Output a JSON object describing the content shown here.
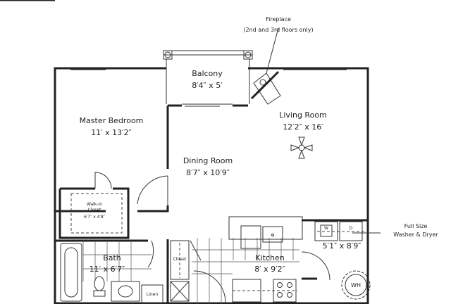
{
  "annotations": {
    "fireplace_title": "Fireplace",
    "fireplace_note": "(2nd and 3rd floors only)",
    "laundry_line1": "Full Size",
    "laundry_line2": "Washer & Dryer"
  },
  "rooms": {
    "balcony": {
      "name": "Balcony",
      "size": "8′4″ x 5′"
    },
    "master_bedroom": {
      "name": "Master Bedroom",
      "size": "11′ x 13′2″"
    },
    "living_room": {
      "name": "Living Room",
      "size": "12′2″ x 16′"
    },
    "dining_room": {
      "name": "Dining Room",
      "size": "8′7″ x 10′9″"
    },
    "walk_in_closet": {
      "name1": "Walk-In",
      "name2": "Closet",
      "size": "6′7″ x 4′8″"
    },
    "bath": {
      "name": "Bath",
      "size": "11′ x 6′7″"
    },
    "kitchen": {
      "name": "Kitchen",
      "size": "8′ x 9′2″"
    },
    "laundry": {
      "size": "5′1″ x 8′9″",
      "washer": "W",
      "dryer": "D"
    },
    "closet": {
      "name": "Closet"
    },
    "linen": {
      "name": "Linen"
    },
    "water_heater": {
      "label": "WH"
    }
  }
}
